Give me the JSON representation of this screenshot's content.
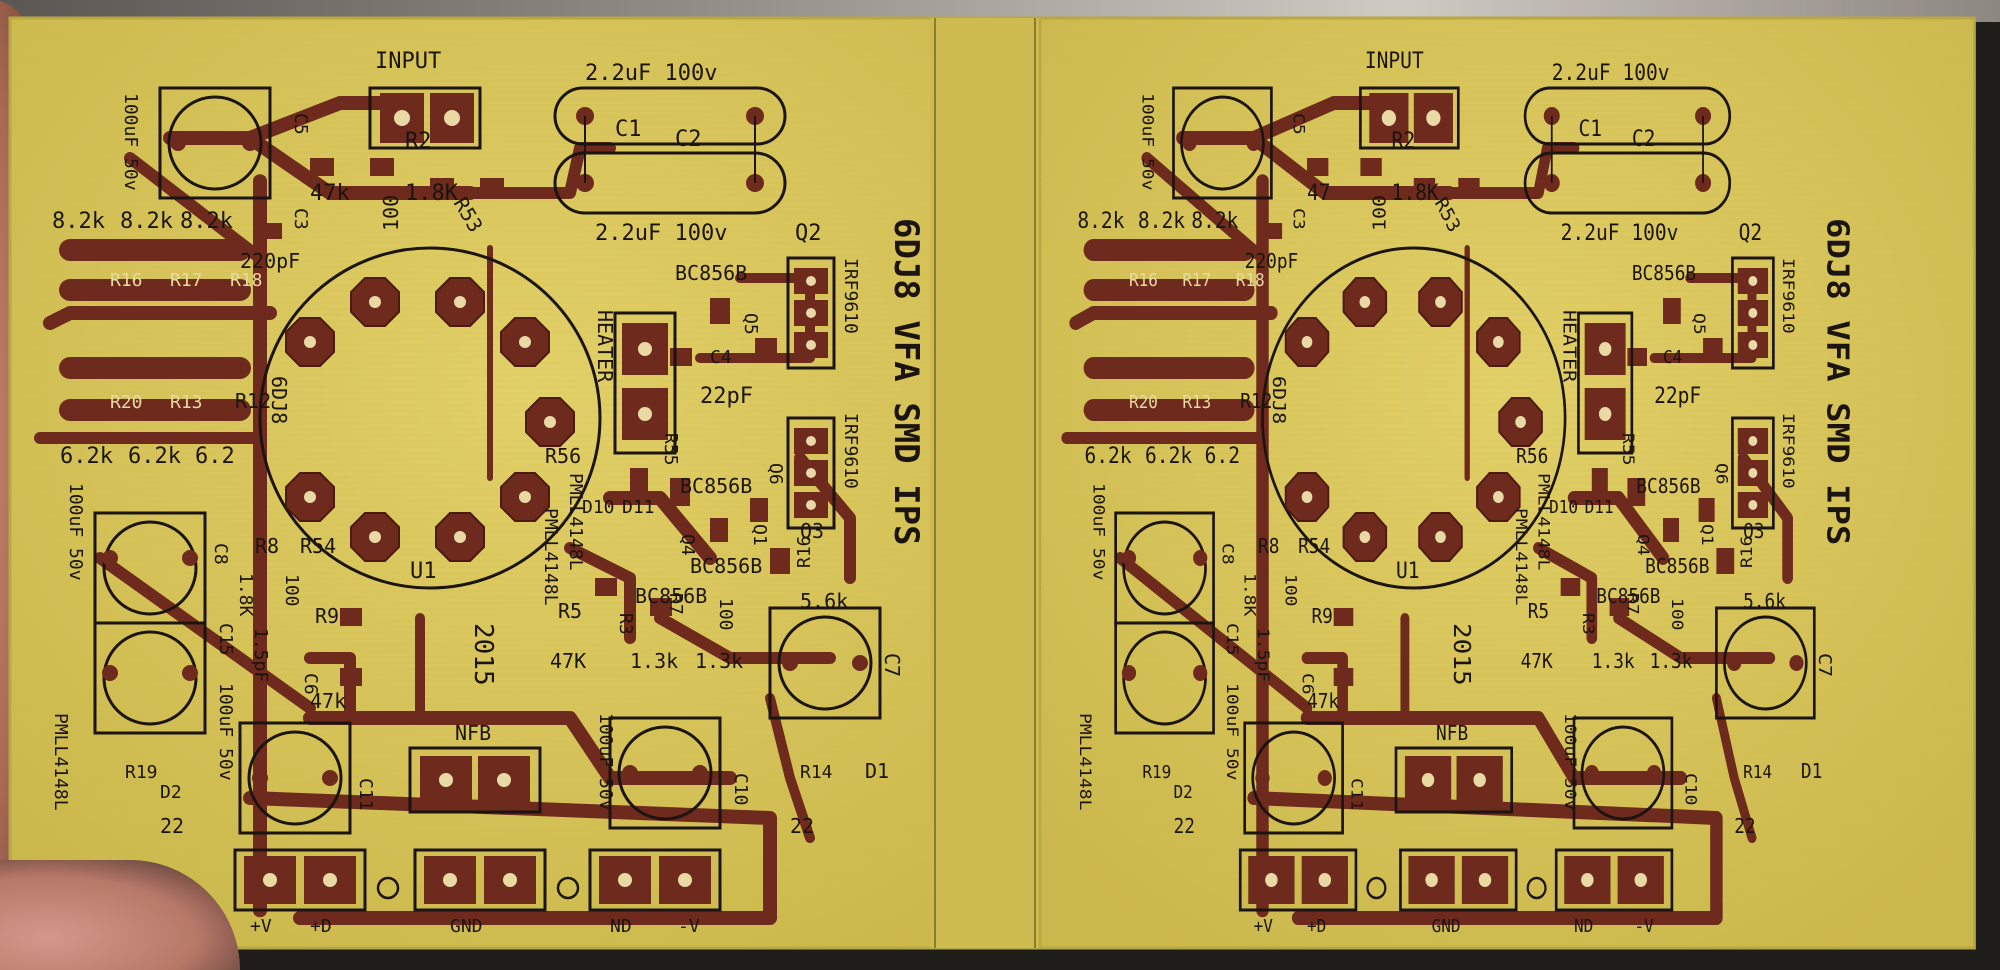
{
  "scene": "pcb-pair-photo",
  "colors": {
    "board": "#d9c75b",
    "board_edge": "#b8a743",
    "copper": "#6e2a1c",
    "silk": "#1c1410",
    "pad": "#e9d9a4",
    "background": "#1f1d1a"
  },
  "boards": [
    {
      "id": "left",
      "title": "6DJ8 VFA SMD IPS",
      "year": "2015",
      "tube_ref": "U1",
      "tube_name": "6DJ8",
      "labels": {
        "input": "INPUT",
        "cap_top": "2.2uF 100v",
        "cap_bottom": "2.2uF 100v",
        "c1": "C1",
        "c2": "C2",
        "r2": "R2",
        "r_47k": "47k",
        "r_18k": "1.8K",
        "r_100": "100",
        "r53": "R53",
        "c_220pf": "220pF",
        "r_82k_a": "8.2k",
        "r_82k_b": "8.2k",
        "r_82k_c": "8.2k",
        "r16": "R16",
        "r17": "R17",
        "r18": "R18",
        "r20": "R20",
        "r13": "R13",
        "r12": "R12",
        "r_62k_a": "6.2k",
        "r_62k_b": "6.2k",
        "r_62k_c": "6.2",
        "q2": "Q2",
        "bc856b_a": "BC856B",
        "bc856b_b": "BC856B",
        "bc856b_c": "BC856B",
        "bc856b_d": "BC856B",
        "irf9610_a": "IRF9610",
        "irf9610_b": "IRF9610",
        "q5": "Q5",
        "q6": "Q6",
        "q3": "Q3",
        "q4": "Q4",
        "c4": "C4",
        "c_22pf": "22pF",
        "heater": "HEATER",
        "r56": "R56",
        "r55": "R55",
        "pmll_a": "PMLL4148L",
        "pmll_b": "PMLL4148L",
        "d10": "D10",
        "d11": "D11",
        "r8": "R8",
        "r54": "R54",
        "r_18k_b": "1.8K",
        "r_100_b": "100",
        "r5": "R5",
        "r3": "R3",
        "r7": "R7",
        "r_47k_b": "47K",
        "r_13k_a": "1.3k",
        "r_13k_b": "1.3k",
        "r_100_c": "100",
        "r_56k": "5.6k",
        "c7": "C7",
        "c8": "C8",
        "cap_100uf_50v_a": "100uF 50v",
        "cap_100uf_50v_b": "100uF 50v",
        "cap_100uf_50v_c": "100uF 50v",
        "cap_100uf_50v_d": "100uF 50v",
        "c15": "C15",
        "c_15pf": "1.5pF",
        "r9": "R9",
        "c6": "C6",
        "r_47k_c": "47k",
        "nfb": "NFB",
        "c11": "C11",
        "c10": "C10",
        "r14": "R14",
        "d1": "D1",
        "r19": "R19",
        "d2": "D2",
        "r_22_a": "22",
        "r_22_b": "22",
        "pad_plus_v": "+V",
        "pad_plus_d": "+D",
        "pad_gnd": "GND",
        "pad_nd": "ND",
        "pad_minus_v": "-V",
        "pmll_c": "PMLL4148L",
        "c5": "C5",
        "c3": "C3",
        "q1": "Q1"
      }
    },
    {
      "id": "right",
      "title": "6DJ8 VFA SMD IPS",
      "year": "2015",
      "tube_ref": "U1",
      "tube_name": "6DJ8",
      "labels": {
        "input": "INPUT",
        "cap_top": "2.2uF 100v",
        "cap_bottom": "2.2uF 100v",
        "c1": "C1",
        "c2": "C2",
        "r2": "R2",
        "r_47k": "47",
        "r_18k": "1.8K",
        "r_100": "100",
        "r53": "R53",
        "c_220pf": "220pF",
        "r_82k_a": "8.2k",
        "r_82k_b": "8.2k",
        "r_82k_c": "8.2k",
        "r16": "R16",
        "r17": "R17",
        "r18": "R18",
        "r20": "R20",
        "r13": "R13",
        "r12": "R12",
        "r_62k_a": "6.2k",
        "r_62k_b": "6.2k",
        "r_62k_c": "6.2",
        "q2": "Q2",
        "bc856b_a": "BC856B",
        "bc856b_b": "BC856B",
        "bc856b_c": "BC856B",
        "bc856b_d": "BC856B",
        "irf9610_a": "IRF9610",
        "irf9610_b": "IRF9610",
        "q5": "Q5",
        "q6": "Q6",
        "q3": "Q3",
        "q4": "Q4",
        "c4": "C4",
        "c_22pf": "22pF",
        "heater": "HEATER",
        "r56": "R56",
        "r55": "R55",
        "pmll_a": "PMLL4148L",
        "pmll_b": "PMLL4148L",
        "d10": "D10",
        "d11": "D11",
        "r8": "R8",
        "r54": "R54",
        "r_18k_b": "1.8K",
        "r_100_b": "100",
        "r5": "R5",
        "r3": "R3",
        "r7": "R7",
        "r_47k_b": "47K",
        "r_13k_a": "1.3k",
        "r_13k_b": "1.3k",
        "r_100_c": "100",
        "r_56k": "5.6k",
        "c7": "C7",
        "c8": "C8",
        "cap_100uf_50v_a": "100uF 50v",
        "cap_100uf_50v_b": "100uF 50v",
        "cap_100uf_50v_c": "100uF 50v",
        "cap_100uf_50v_d": "100uF 50v",
        "c15": "C15",
        "c_15pf": "1.5pF",
        "r9": "R9",
        "c6": "C6",
        "r_47k_c": "47k",
        "nfb": "NFB",
        "c11": "C11",
        "c10": "C10",
        "r14": "R14",
        "d1": "D1",
        "r19": "R19",
        "d2": "D2",
        "r_22_a": "22",
        "r_22_b": "22",
        "pad_plus_v": "+V",
        "pad_plus_d": "+D",
        "pad_gnd": "GND",
        "pad_nd": "ND",
        "pad_minus_v": "-V",
        "pmll_c": "PMLL4148L",
        "c5": "C5",
        "c3": "C3",
        "q1": "Q1"
      }
    }
  ]
}
